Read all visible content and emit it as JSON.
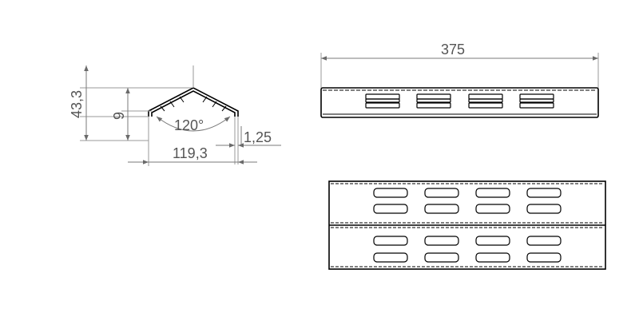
{
  "dimensions": {
    "overall_height": "43,3",
    "rise": "9",
    "angle": "120°",
    "thickness": "1,25",
    "half_width": "119,3",
    "length": "375"
  },
  "colors": {
    "part": "#000000",
    "dimension": "#7a7a7a",
    "text": "#555555"
  }
}
